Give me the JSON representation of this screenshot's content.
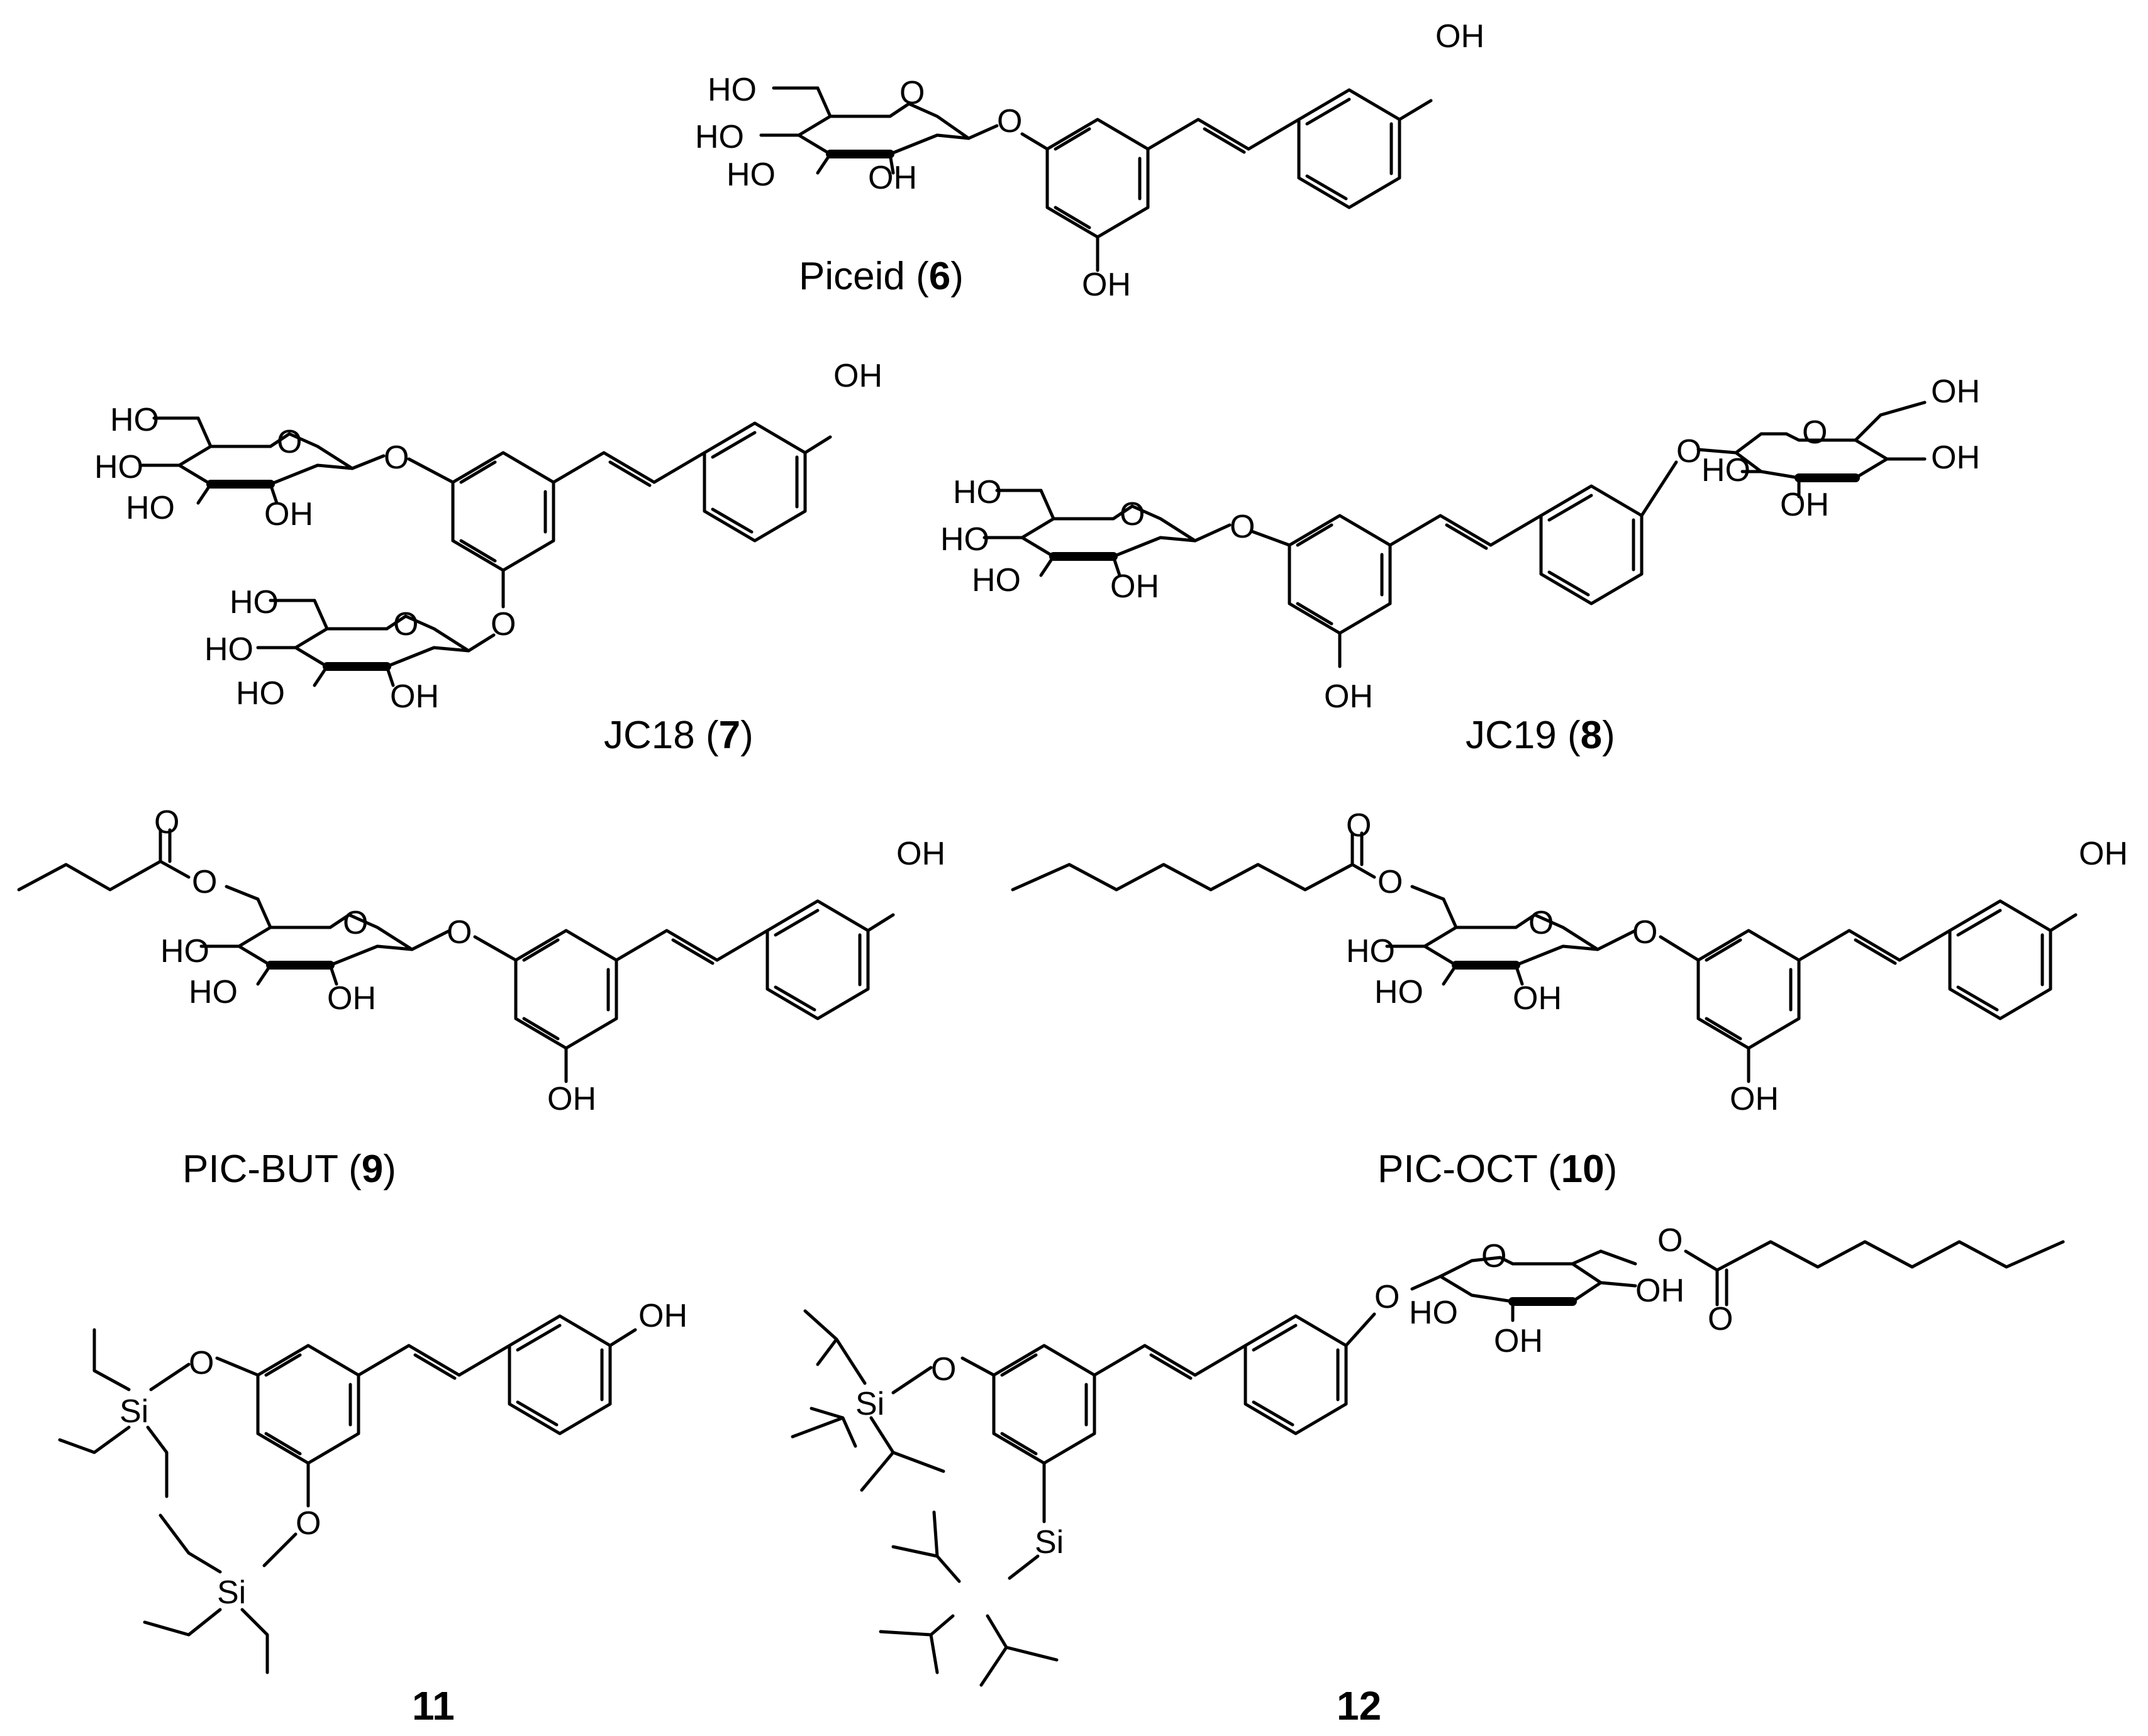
{
  "figure": {
    "background": "#ffffff",
    "ink": "#000000",
    "compounds": [
      {
        "id": "6",
        "name": "Piceid",
        "number": "6",
        "substituents": [
          "OH",
          "OH",
          "HO",
          "HO",
          "HO",
          "OH",
          "O",
          "O"
        ]
      },
      {
        "id": "7",
        "name": "JC18",
        "number": "7",
        "substituents": [
          "OH",
          "HO",
          "HO",
          "HO",
          "OH",
          "HO",
          "HO",
          "HO",
          "OH",
          "O",
          "O",
          "O",
          "O"
        ]
      },
      {
        "id": "8",
        "name": "JC19",
        "number": "8",
        "substituents": [
          "OH",
          "HO",
          "HO",
          "HO",
          "OH",
          "OH",
          "HO",
          "OH",
          "OH",
          "O",
          "O",
          "O",
          "O"
        ]
      },
      {
        "id": "9",
        "name": "PIC-BUT",
        "number": "9",
        "substituents": [
          "OH",
          "OH",
          "HO",
          "HO",
          "OH",
          "O",
          "O",
          "O",
          "O"
        ]
      },
      {
        "id": "10",
        "name": "PIC-OCT",
        "number": "10",
        "substituents": [
          "OH",
          "OH",
          "HO",
          "HO",
          "OH",
          "O",
          "O",
          "O",
          "O"
        ]
      },
      {
        "id": "11",
        "name": "",
        "number": "11",
        "substituents": [
          "OH",
          "O",
          "O",
          "Si",
          "Si"
        ]
      },
      {
        "id": "12",
        "name": "",
        "number": "12",
        "substituents": [
          "HO",
          "OH",
          "OH",
          "O",
          "O",
          "O",
          "O",
          "O",
          "Si",
          "Si"
        ]
      }
    ]
  }
}
